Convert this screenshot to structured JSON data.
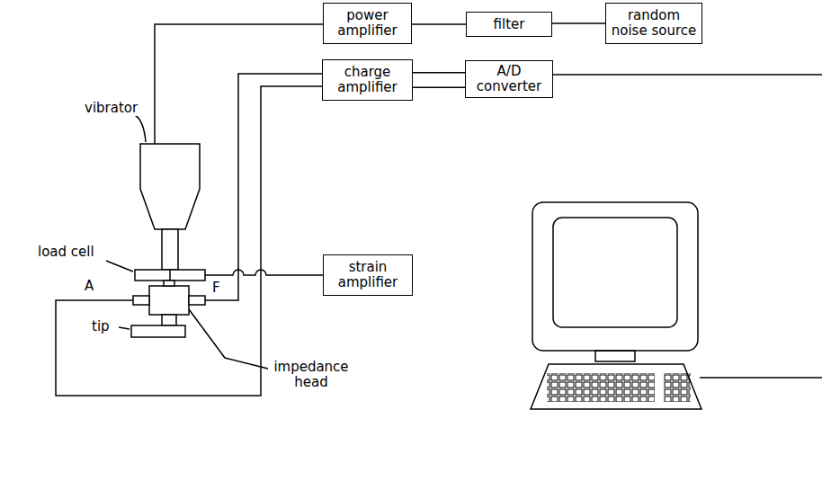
{
  "diagram": {
    "nodes": [
      {
        "text": [
          "power amplifier"
        ]
      },
      {
        "text": [
          "filter"
        ]
      },
      {
        "text": [
          "random noise source"
        ]
      },
      {
        "text": [
          "charge amplifier"
        ]
      },
      {
        "text": [
          "A/D converter"
        ]
      },
      {
        "text": [
          "strain amplifier"
        ]
      }
    ],
    "edges": [
      {
        "from": 0,
        "to": 1,
        "arrow": "none"
      },
      {
        "from": 1,
        "to": 2,
        "arrow": "none"
      },
      {
        "from": 3,
        "to": 4,
        "arrow": "none"
      },
      {
        "from": 3,
        "to": 4,
        "arrow": "none"
      }
    ],
    "labels": [
      "vibrator",
      "load cell",
      "A",
      "F",
      "tip",
      "impedance head"
    ]
  }
}
